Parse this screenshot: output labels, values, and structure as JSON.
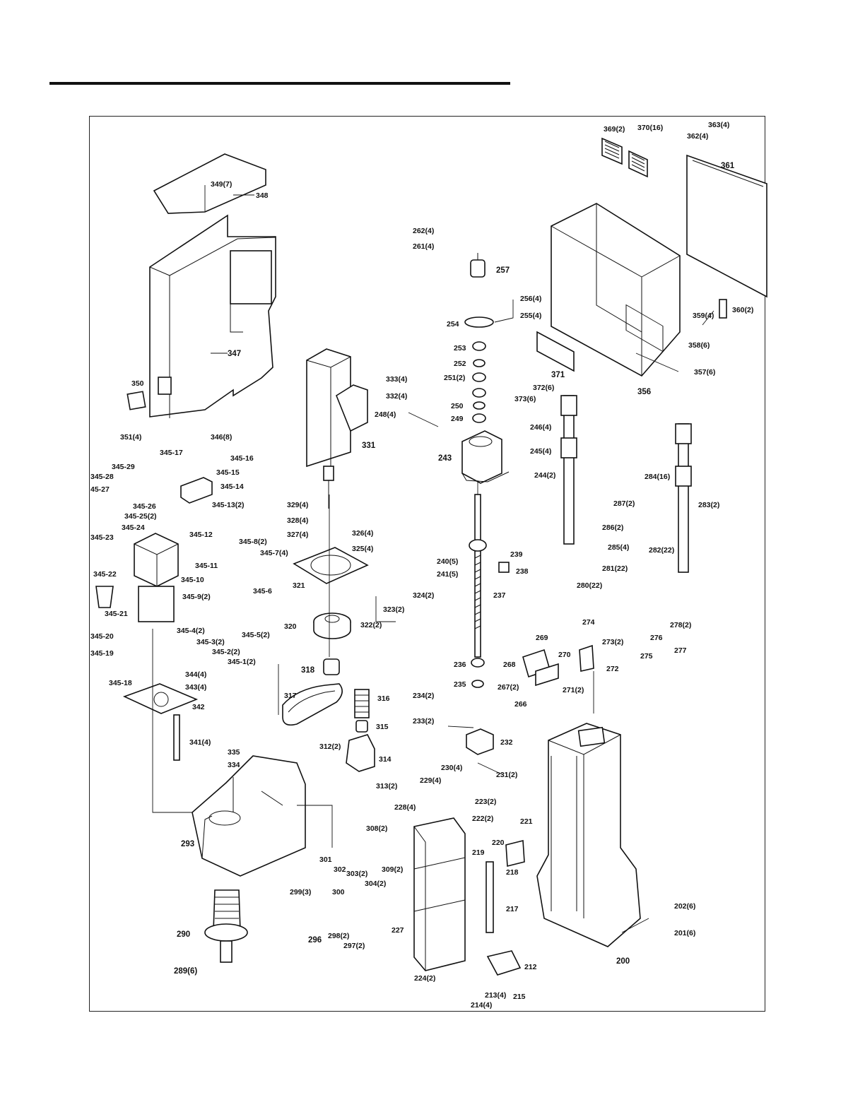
{
  "labels": {
    "p200": "200",
    "p201": "201(6)",
    "p202": "202(6)",
    "p212": "212",
    "p213": "213(4)",
    "p214": "214(4)",
    "p215": "215",
    "p217": "217",
    "p218": "218",
    "p219": "219",
    "p220": "220",
    "p221": "221",
    "p222": "222(2)",
    "p223": "223(2)",
    "p224": "224(2)",
    "p227": "227",
    "p228": "228(4)",
    "p229": "229(4)",
    "p230": "230(4)",
    "p231": "231(2)",
    "p232": "232",
    "p233": "233(2)",
    "p234": "234(2)",
    "p235": "235",
    "p236": "236",
    "p237": "237",
    "p238": "238",
    "p239": "239",
    "p240": "240(5)",
    "p241": "241(5)",
    "p243": "243",
    "p244": "244(2)",
    "p245": "245(4)",
    "p246": "246(4)",
    "p248": "248(4)",
    "p249": "249",
    "p250": "250",
    "p251": "251(2)",
    "p252": "252",
    "p253": "253",
    "p254": "254",
    "p255": "255(4)",
    "p256": "256(4)",
    "p257": "257",
    "p261": "261(4)",
    "p262": "262(4)",
    "p266": "266",
    "p267": "267(2)",
    "p268": "268",
    "p269": "269",
    "p270": "270",
    "p271": "271(2)",
    "p272": "272",
    "p273": "273(2)",
    "p274": "274",
    "p275": "275",
    "p276": "276",
    "p277": "277",
    "p278": "278(2)",
    "p280": "280(22)",
    "p281": "281(22)",
    "p282": "282(22)",
    "p283": "283(2)",
    "p284": "284(16)",
    "p285": "285(4)",
    "p286": "286(2)",
    "p287": "287(2)",
    "p289": "289(6)",
    "p290": "290",
    "p293": "293",
    "p296": "296",
    "p297": "297(2)",
    "p298": "298(2)",
    "p299": "299(3)",
    "p300": "300",
    "p301": "301",
    "p302": "302",
    "p303": "303(2)",
    "p304": "304(2)",
    "p308": "308(2)",
    "p309": "309(2)",
    "p312": "312(2)",
    "p313": "313(2)",
    "p314": "314",
    "p315": "315",
    "p316": "316",
    "p317": "317",
    "p318": "318",
    "p320": "320",
    "p321": "321",
    "p322": "322(2)",
    "p323": "323(2)",
    "p324": "324(2)",
    "p325": "325(4)",
    "p326": "326(4)",
    "p327": "327(4)",
    "p328": "328(4)",
    "p329": "329(4)",
    "p331": "331",
    "p332": "332(4)",
    "p333": "333(4)",
    "p334": "334",
    "p335": "335",
    "p341": "341(4)",
    "p342": "342",
    "p343": "343(4)",
    "p344": "344(4)",
    "p345_1": "345-1(2)",
    "p345_2": "345-2(2)",
    "p345_3": "345-3(2)",
    "p345_4": "345-4(2)",
    "p345_5": "345-5(2)",
    "p345_6": "345-6",
    "p345_7": "345-7(4)",
    "p345_8": "345-8(2)",
    "p345_9": "345-9(2)",
    "p345_10": "345-10",
    "p345_11": "345-11",
    "p345_12": "345-12",
    "p345_13": "345-13(2)",
    "p345_14": "345-14",
    "p345_15": "345-15",
    "p345_16": "345-16",
    "p345_17": "345-17",
    "p345_18": "345-18",
    "p345_19": "345-19",
    "p345_20": "345-20",
    "p345_21": "345-21",
    "p345_22": "345-22",
    "p345_23": "345-23",
    "p345_24": "345-24",
    "p345_25": "345-25(2)",
    "p345_26": "345-26",
    "p345_27": "45-27",
    "p345_28": "345-28",
    "p345_29": "345-29",
    "p346": "346(8)",
    "p347": "347",
    "p348": "348",
    "p349": "349(7)",
    "p350": "350",
    "p351": "351(4)",
    "p356": "356",
    "p357": "357(6)",
    "p358": "358(6)",
    "p359": "359(4)",
    "p360": "360(2)",
    "p361": "361",
    "p362": "362(4)",
    "p363": "363(4)",
    "p369": "369(2)",
    "p370": "370(16)",
    "p371": "371",
    "p372": "372(6)",
    "p373": "373(6)"
  }
}
